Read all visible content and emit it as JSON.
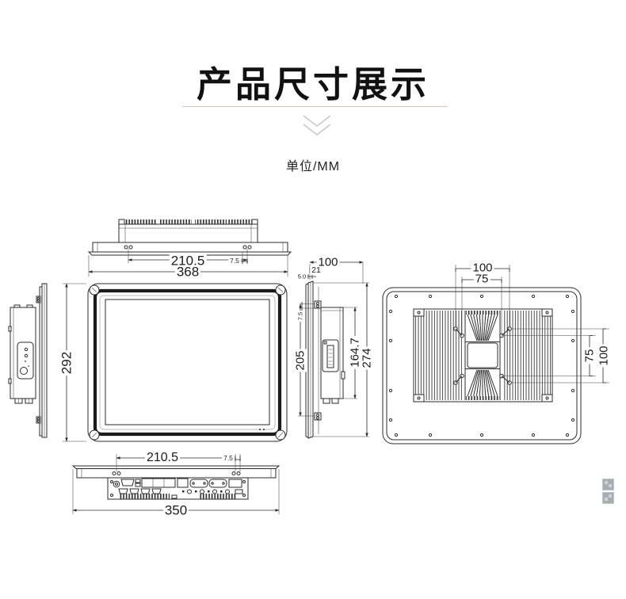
{
  "header": {
    "title": "产品尺寸展示",
    "unit": "单位/MM"
  },
  "drawing": {
    "top_view": {
      "hole_span": "210.5",
      "hole_pitch": "7.5"
    },
    "front_view": {
      "width": "368",
      "height": "292"
    },
    "side_view": {
      "depth": "100",
      "frame_depth": "21",
      "glass_thickness": "5.0",
      "hole_pitch": "7.5",
      "hole_span": "205",
      "body_height": "164.7",
      "height": "274"
    },
    "rear_view": {
      "vesa_width_outer": "100",
      "vesa_width_inner": "75",
      "vesa_height_inner": "75",
      "vesa_height_outer": "100"
    },
    "bottom_view": {
      "hole_span": "210.5",
      "hole_pitch": "7.5",
      "width": "350"
    }
  },
  "colors": {
    "line": "#2b2b2b",
    "title": "#111111",
    "divider": "#d9c2b6",
    "chevron": "#c9c9c9",
    "watermark": "#a9adb3"
  }
}
